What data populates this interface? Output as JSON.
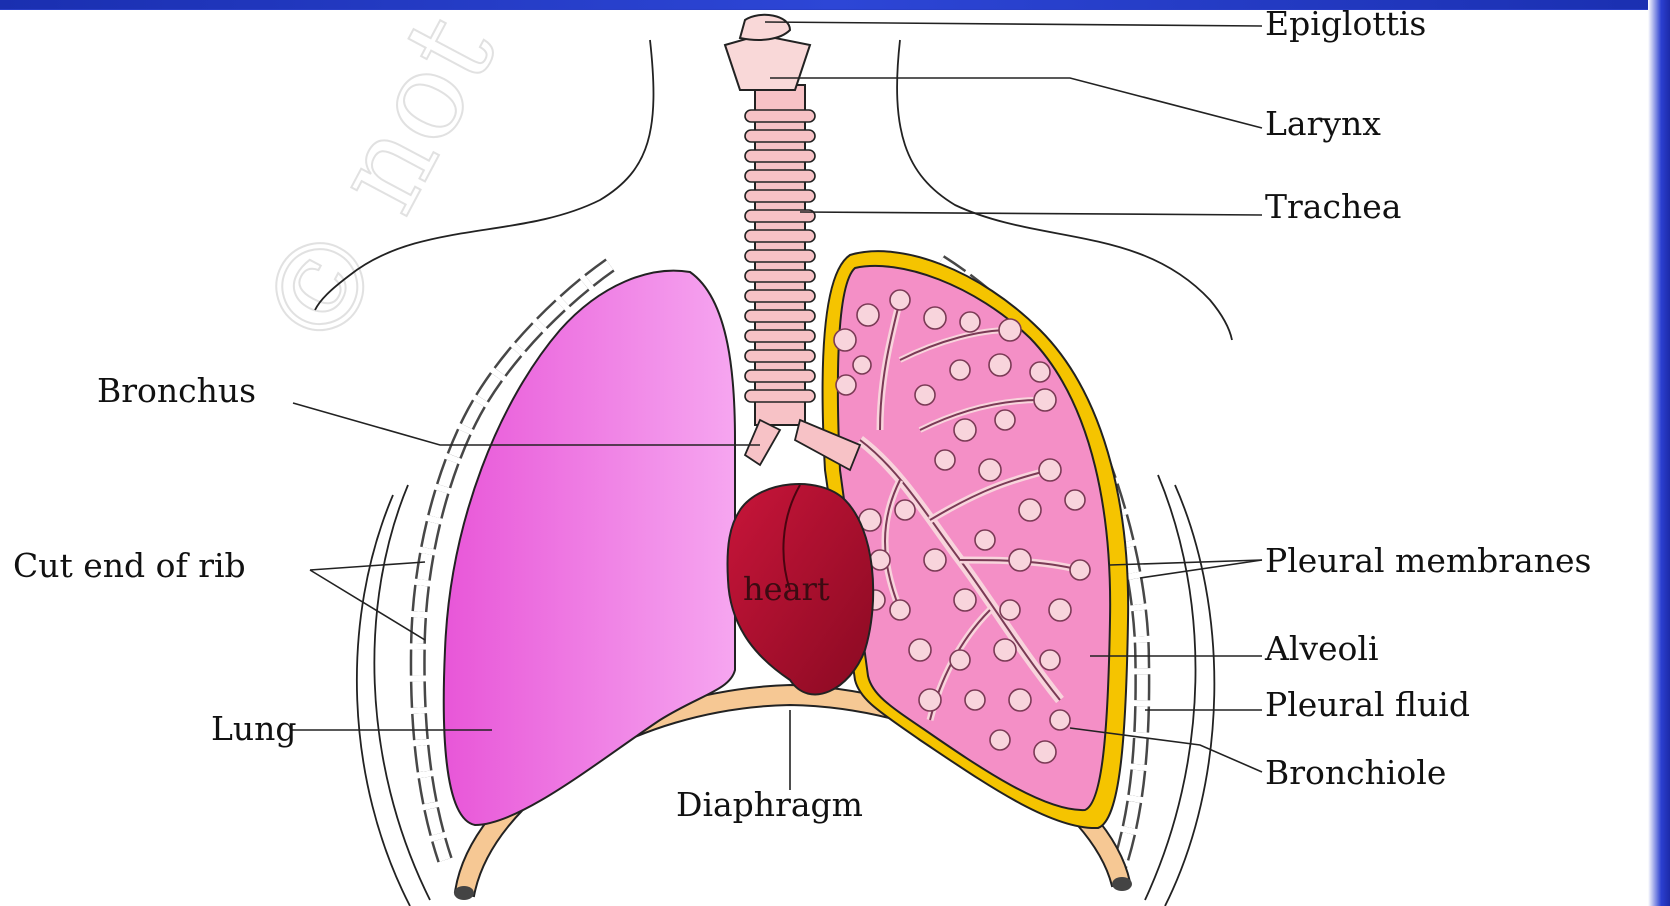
{
  "diagram": {
    "watermark_text": "© not to be",
    "labels": {
      "epiglottis": "Epiglottis",
      "larynx": "Larynx",
      "trachea": "Trachea",
      "bronchus": "Bronchus",
      "cut_end_of_rib": "Cut end of rib",
      "lung": "Lung",
      "heart": "heart",
      "diaphragm": "Diaphragm",
      "pleural_membranes": "Pleural membranes",
      "alveoli": "Alveoli",
      "pleural_fluid": "Pleural fluid",
      "bronchiole": "Bronchiole"
    },
    "colors": {
      "frame": "#1a2fb0",
      "lung_left": "#ee7ae6",
      "lung_right": "#f48fc6",
      "pleura": "#f5c400",
      "heart": "#b0102e",
      "diaphragm": "#f6c894",
      "trachea": "#f7c2c6",
      "alveoli": "#f8d4dc"
    }
  }
}
